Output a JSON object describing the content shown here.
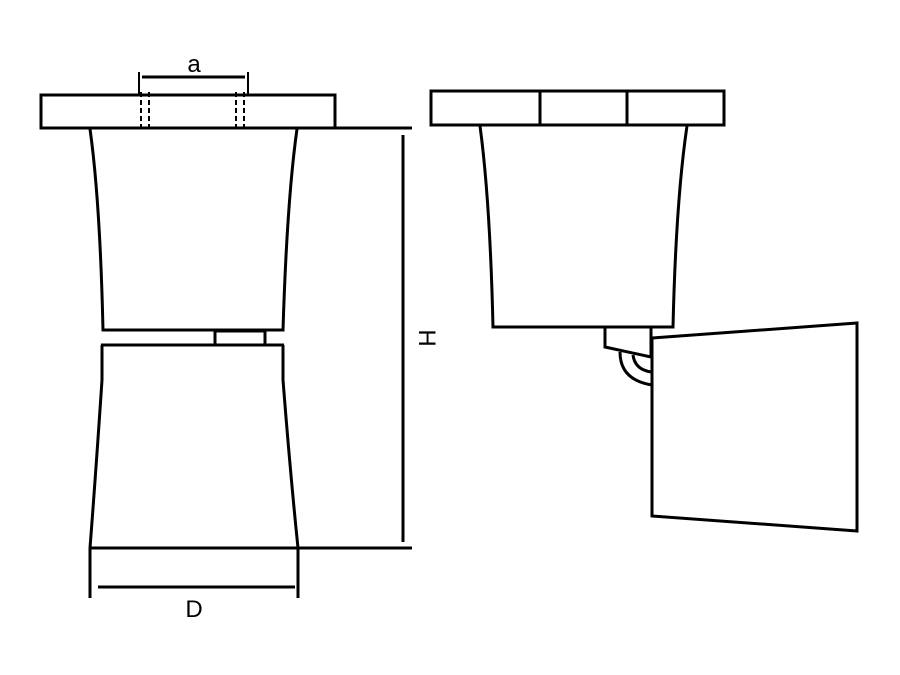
{
  "labels": {
    "a": "a",
    "D": "D",
    "H": "H"
  },
  "colors": {
    "line": "#000000",
    "background": "#ffffff"
  }
}
